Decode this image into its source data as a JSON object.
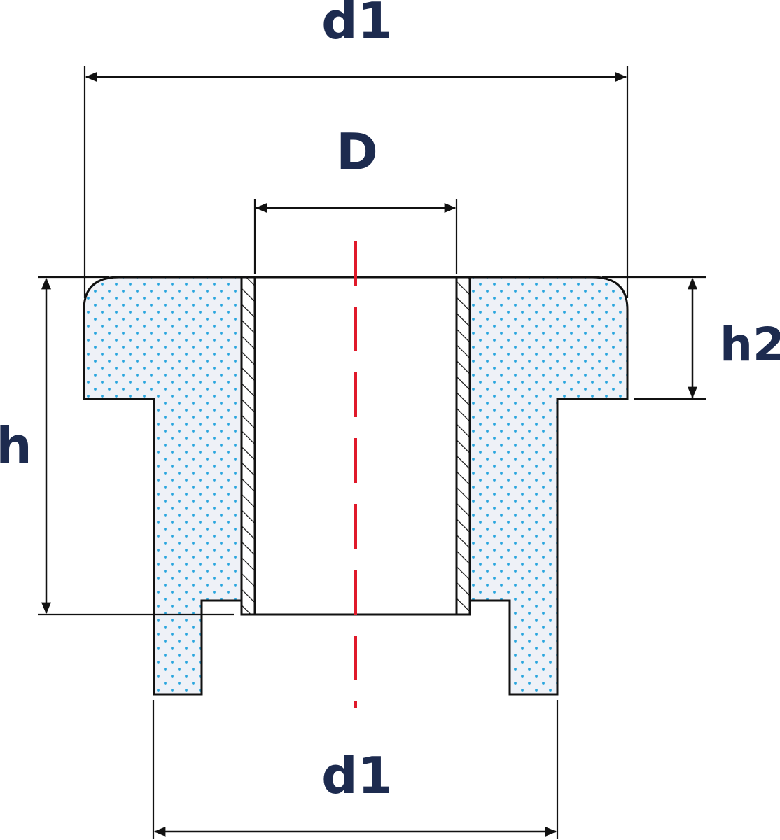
{
  "labels": {
    "top_width": "d1",
    "bore": "D",
    "flange_height": "h2",
    "total_height": "h",
    "bottom_width": "d1"
  },
  "colors": {
    "text": "#1d2b4f",
    "outline": "#111111",
    "fill": "#eef1f7",
    "dots": "#2aa6de",
    "centerline": "#e0192a"
  }
}
